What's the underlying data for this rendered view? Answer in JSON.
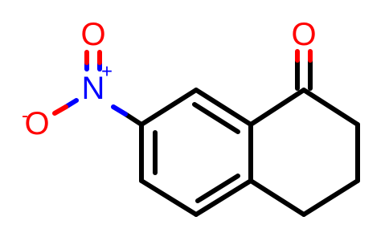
{
  "molecule": {
    "atoms": {
      "nitro_oxygen_top": "O",
      "nitro_nitrogen": "N",
      "nitro_nitrogen_charge": "+",
      "nitro_oxygen_bottom": "O",
      "nitro_oxygen_bottom_charge": "-",
      "ketone_oxygen": "O"
    },
    "colors": {
      "carbon_bond": "#000000",
      "nitrogen": "#0000ff",
      "oxygen": "#ff0000"
    }
  }
}
